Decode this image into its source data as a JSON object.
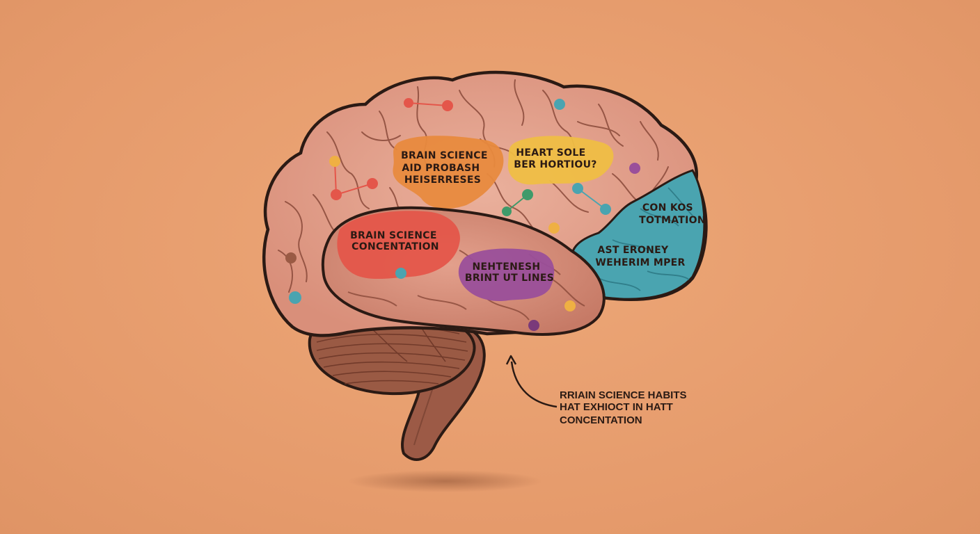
{
  "colors": {
    "background": "#e59a6b",
    "brain_fill": "#e7a48f",
    "outline": "#2b1a14",
    "sulci": "#8a4a3a",
    "orange_region": "#e88a3e",
    "yellow_region": "#efbe45",
    "red_region": "#e4564a",
    "purple_region": "#9a4f9a",
    "teal_region": "#4aa4b0",
    "cerebellum": "#9a5a44",
    "brainstem": "#9c5a46"
  },
  "regions": [
    {
      "id": "orange",
      "lines": [
        "BRAIN SCIENCE",
        "AID PROBASH",
        "HEISERRESES"
      ]
    },
    {
      "id": "yellow",
      "lines": [
        "HEART SOLE",
        "BER HORTIOU?"
      ]
    },
    {
      "id": "teal_upper",
      "lines": [
        "CON KOS",
        "TOTMATION"
      ]
    },
    {
      "id": "teal_lower",
      "lines": [
        "AST ERONEY",
        "WEHERIM MPER"
      ]
    },
    {
      "id": "red",
      "lines": [
        "BRAIN SCIENCE",
        "CONCENTATION"
      ]
    },
    {
      "id": "purple",
      "lines": [
        "NEHTENESH",
        "BRINT UT LINES"
      ]
    }
  ],
  "caption": {
    "lines": [
      "RRIAIN SCIENCE HABITS",
      "HAT EXHIOCT IN HATT",
      "CONCENTATION"
    ]
  },
  "nodes": [
    {
      "color": "#e4564a",
      "icon": "node-dot"
    },
    {
      "color": "#4aa4b0",
      "icon": "node-dot"
    },
    {
      "color": "#efb043",
      "icon": "node-dot"
    },
    {
      "color": "#9a4f9a",
      "icon": "node-dot"
    },
    {
      "color": "#3f9a6a",
      "icon": "node-dot"
    }
  ]
}
